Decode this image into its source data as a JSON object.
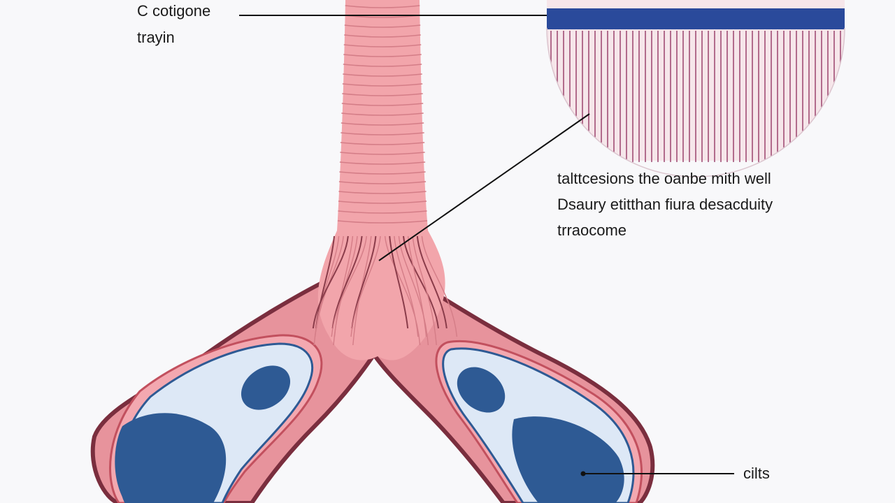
{
  "diagram": {
    "labels": {
      "top": [
        "C cotigone",
        "trayin"
      ],
      "description": [
        "talttcesions the oanbe mith well",
        "Dsaury etitthan fiura desacduity",
        "trraocome"
      ],
      "bottom": "cilts"
    },
    "colors": {
      "trachea_pink": "#f2a5ab",
      "ring_line": "#d47d87",
      "tissue_dark": "#8a3c4a",
      "bronchus_blue": "#2e5a94",
      "lumen_light": "#dde8f6",
      "inset_band": "#2a4a9b",
      "inset_cilia": "#8e2a5a"
    }
  }
}
